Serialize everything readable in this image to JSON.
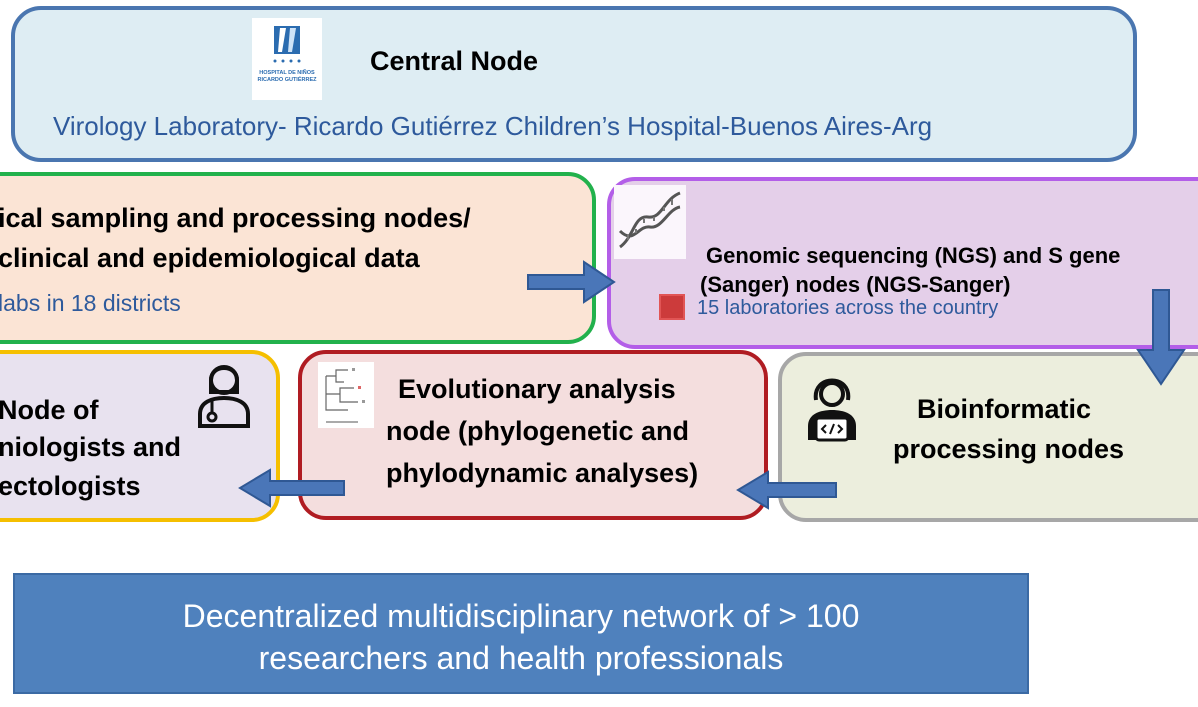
{
  "central": {
    "title": "Central Node",
    "subtitle": "Virology Laboratory- Ricardo Gutiérrez Children’s Hospital-Buenos Aires-Arg",
    "logo_text": "HOSPITAL DE NIÑOS RICARDO GUTIÉRREZ",
    "logo_line1": "HOSPITAL DE NIÑOS",
    "logo_line2": "RICARDO GUTIÉRREZ"
  },
  "sampling": {
    "line1": "ical sampling and processing nodes/",
    "line2": "clinical and epidemiological data",
    "detail": "labs in 18 districts"
  },
  "genomic": {
    "line1": "Genomic sequencing (NGS) and S gene",
    "line2": "(Sanger) nodes (NGS-Sanger)",
    "detail": "15 laboratories across the country"
  },
  "clinicians": {
    "line1": "Node of",
    "line2": "niologists and",
    "line3": "ectologists"
  },
  "evolutionary": {
    "line1": "Evolutionary analysis",
    "line2": "node (phylogenetic and",
    "line3": "phylodynamic analyses)"
  },
  "bioinformatic": {
    "line1": "Bioinformatic",
    "line2": "processing nodes"
  },
  "network": {
    "line1": "Decentralized multidisciplinary network of > 100",
    "line2": "researchers and health professionals"
  },
  "colors": {
    "central_fill": "#deedf3",
    "central_border": "#4a76b0",
    "sampling_fill": "#fbe4d5",
    "sampling_border": "#22b14c",
    "genomic_fill": "#e4cfe9",
    "genomic_border": "#b35ee8",
    "clinicians_fill": "#e8e2ef",
    "clinicians_border": "#f5bf00",
    "evolutionary_fill": "#f4dede",
    "evolutionary_border": "#b01c22",
    "bioinformatic_fill": "#eceedd",
    "bioinformatic_border": "#a7a7a7",
    "network_fill": "#4f81bd",
    "arrow_fill": "#4a76b8",
    "marker_fill": "#cc3b3b",
    "text_blue": "#2e5a9c"
  },
  "icons": [
    "hospital-logo-icon",
    "dna-icon",
    "red-square-marker-icon",
    "doctor-icon",
    "phylogenetic-tree-icon",
    "programmer-icon",
    "right-arrow-icon",
    "down-arrow-icon",
    "left-arrow-icon"
  ]
}
